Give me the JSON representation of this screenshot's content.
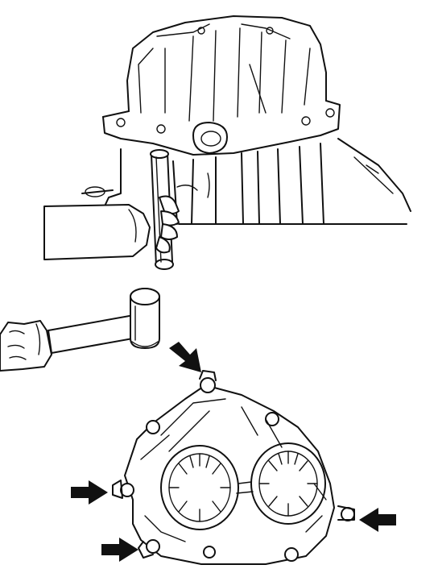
{
  "figure": {
    "panels": [
      {
        "name": "transfer-case-upper-view",
        "shows": [
          "case-housing",
          "brass-bar",
          "hand",
          "flange-bolt-holes"
        ]
      },
      {
        "name": "hammer-and-case-lower-view",
        "shows": [
          "hammer",
          "hand",
          "case-underside",
          "arrows"
        ]
      }
    ],
    "arrow_count": 4,
    "colors": {
      "ink": "#111111",
      "paper": "#ffffff"
    }
  }
}
